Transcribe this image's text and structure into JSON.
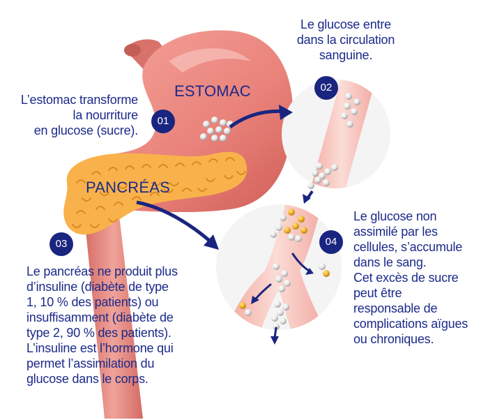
{
  "steps": {
    "s01": {
      "number": "01",
      "lines": [
        "L’estomac  transforme",
        "la nourriture",
        "en glucose  (sucre)."
      ]
    },
    "s02": {
      "number": "02",
      "lines": [
        "Le glucose  entre",
        "dans la circulation",
        "sanguine."
      ]
    },
    "s03": {
      "number": "03",
      "lines": [
        "Le pancréas ne produit plus",
        "d’insuline (diabète de type",
        "1, 10 % des patients) ou",
        "insuffisamment (diabète de",
        "type 2, 90 % des patients).",
        "L’insuline est l’hormone qui",
        "permet l’assimilation du",
        "glucose dans le corps."
      ]
    },
    "s04": {
      "number": "04",
      "lines": [
        "Le glucose non",
        "assimilé par les",
        "cellules, s’accumule",
        "dans le sang.",
        "Cet excès de sucre",
        "peut être",
        "responsable de",
        "complications aïgues",
        "ou chroniques."
      ]
    }
  },
  "organs": {
    "stomach": "ESTOMAC",
    "pancreas": "PANCRÉAS"
  },
  "colors": {
    "stomach": "#e9827a",
    "pancreas": "#f9b24b",
    "badge": "#1a2580",
    "text": "#1b2a8a",
    "glucose_insulin": "#f3b22c"
  }
}
